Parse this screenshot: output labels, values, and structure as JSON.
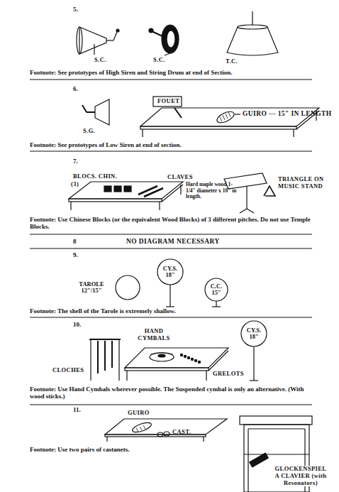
{
  "diagram": {
    "nodes": [
      {
        "text": [
          "TAROLE 12\"/15\""
        ]
      },
      {
        "text": [
          "CY.S. 18\""
        ]
      },
      {
        "text": [
          "C.C. 15\""
        ]
      },
      {
        "text": [
          "CY.S. 18\""
        ]
      }
    ],
    "labels": [
      "5.",
      "S.C.",
      "S.C.",
      "T.C.",
      "Footnote: See prototypes of High Siren and String Drum at end of Section.",
      "6.",
      "S.G.",
      "FOUET",
      "GUIRO — 15\" IN LENGTH",
      "Footnote: See prototypes of Low Siren at end of section.",
      "7.",
      "BLOCS. CHIN.",
      "(3)",
      "CLAVES",
      "Hard maple wood 1-1/4\" diameter x 10\" in length.",
      "TRIANGLE ON MUSIC STAND",
      "Footnote: Use Chinese Blocks (or the equivalent Wood Blocks) of 3 different pitches. Do not use Temple Blocks.",
      "8",
      "NO DIAGRAM NECESSARY",
      "9.",
      "Footnote: The shell of the Tarole is extremely shallow.",
      "10.",
      "HAND CYMBALS",
      "CLOCHES",
      "GRELOTS",
      "Footnote: Use Hand Cymbals wherever possible. The Suspended cymbal is only an alternative. (With wood sticks.)",
      "11.",
      "GUIRO",
      "CAST.",
      "Footnote: Use two pairs of castanets.",
      "GLOCKENSPIEL A CLAVIER (with Resonators)"
    ]
  }
}
